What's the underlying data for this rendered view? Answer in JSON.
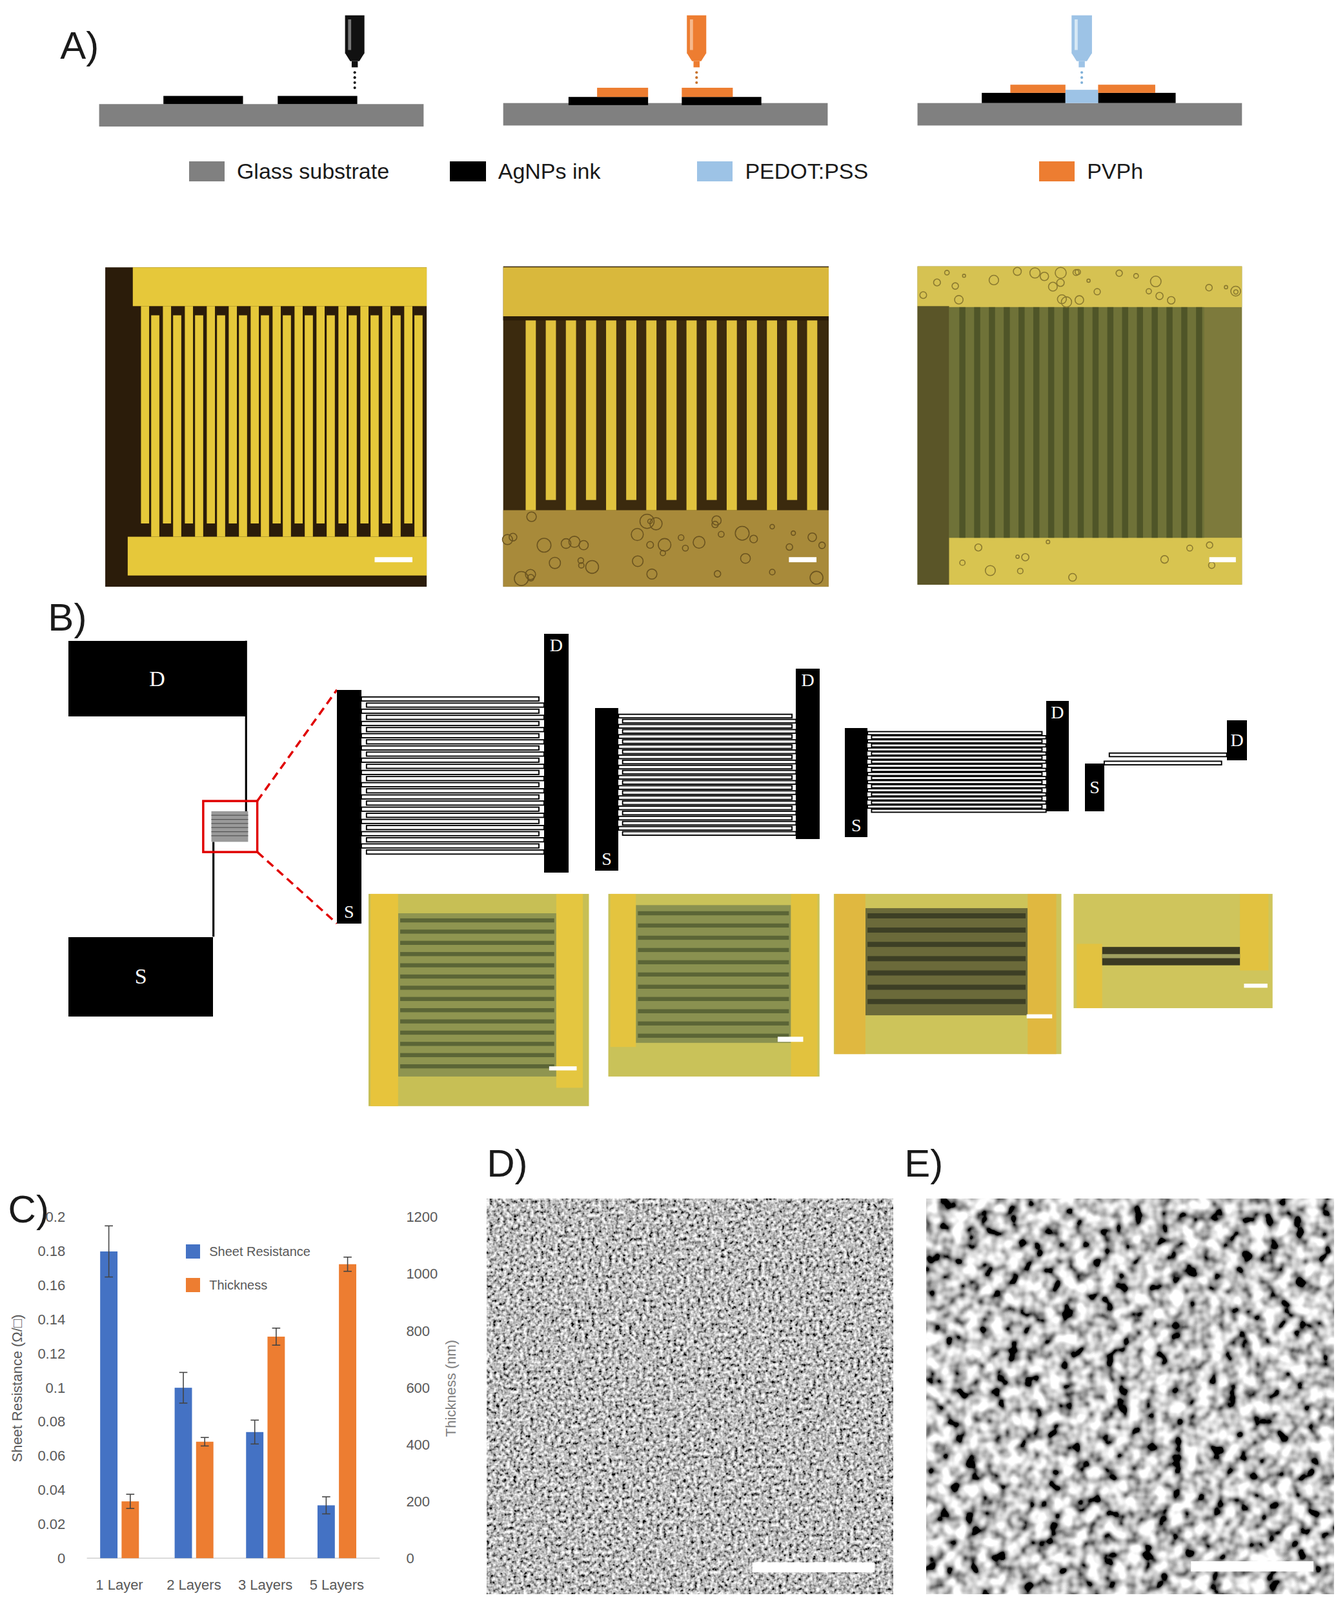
{
  "diagram": {
    "nodes": [
      {
        "text": [
          "D"
        ]
      },
      {
        "text": [
          "S"
        ]
      },
      {
        "text": [
          "D"
        ]
      },
      {
        "text": [
          "S"
        ]
      },
      {
        "text": [
          "D"
        ]
      },
      {
        "text": [
          "S"
        ]
      },
      {
        "text": [
          "D"
        ]
      },
      {
        "text": [
          "S"
        ]
      },
      {
        "text": [
          "D"
        ]
      },
      {
        "text": [
          "S"
        ]
      }
    ],
    "labels": [
      "A)",
      "B)",
      "C)",
      "D)",
      "E)",
      "0",
      "0.02",
      "0.04",
      "0.06",
      "0.08",
      "0.1",
      "0.12",
      "0.14",
      "0.16",
      "0.18",
      "0.2",
      "0",
      "200",
      "400",
      "600",
      "800",
      "1000",
      "1200",
      "Sheet Resistance (Ω/□)",
      "Thickness (nm)",
      "1 Layer",
      "2 Layers",
      "3 Layers",
      "5 Layers"
    ],
    "legend": [
      {
        "text": "Glass substrate",
        "color": "#808080"
      },
      {
        "text": "AgNPs ink",
        "color": "#000000"
      },
      {
        "text": "PEDOT:PSS",
        "color": "#9DC3E6"
      },
      {
        "text": "PVPh",
        "color": "#ED7D31"
      },
      {
        "text": "Sheet Resistance",
        "color": "#4472C4"
      },
      {
        "text": "Thickness",
        "color": "#ED7D31"
      }
    ]
  }
}
